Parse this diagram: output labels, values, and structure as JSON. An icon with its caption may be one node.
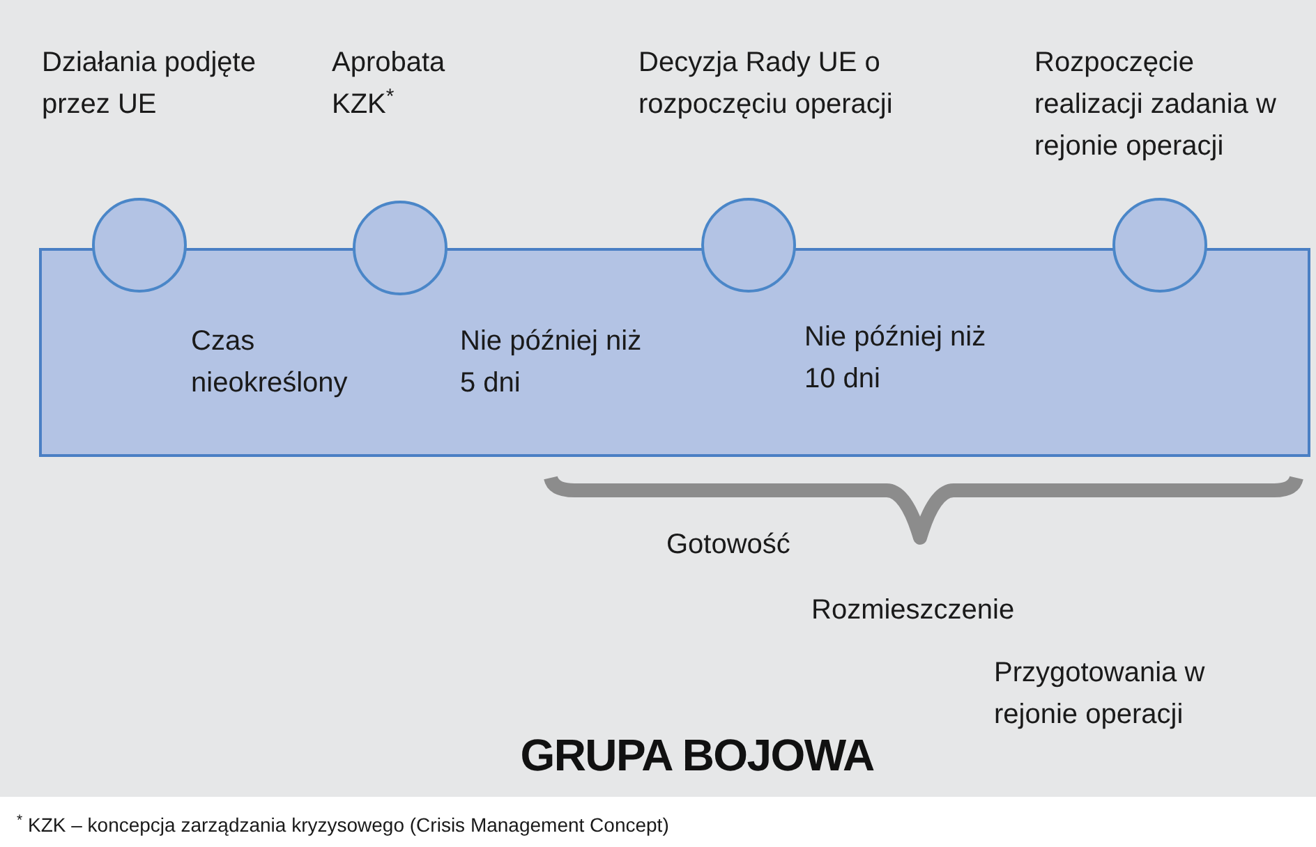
{
  "diagram": {
    "title": "GRUPA BOJOWA",
    "nodes": [
      {
        "text": [
          "Czas nieokreślony",
          "Nie później niż 5 dni",
          "Nie później niż 10 dni"
        ]
      },
      {
        "text": [
          "Działania podjęte przez UE"
        ]
      },
      {
        "text": [
          "Aprobata KZK$^{*}$"
        ]
      },
      {
        "text": [
          "Decyzja Rady UE o rozpoczęciu operacji"
        ]
      },
      {
        "text": [
          "Rozpoczęcie realizacji zadania w rejonie operacji"
        ]
      }
    ],
    "labels": [
      "Gotowość",
      "Rozmieszczenie",
      "Przygotowania w rejonie operacji",
      "$^{*}$ KZK – koncepcja zarządzania kryzysowego (Crisis Management Concept)"
    ]
  }
}
